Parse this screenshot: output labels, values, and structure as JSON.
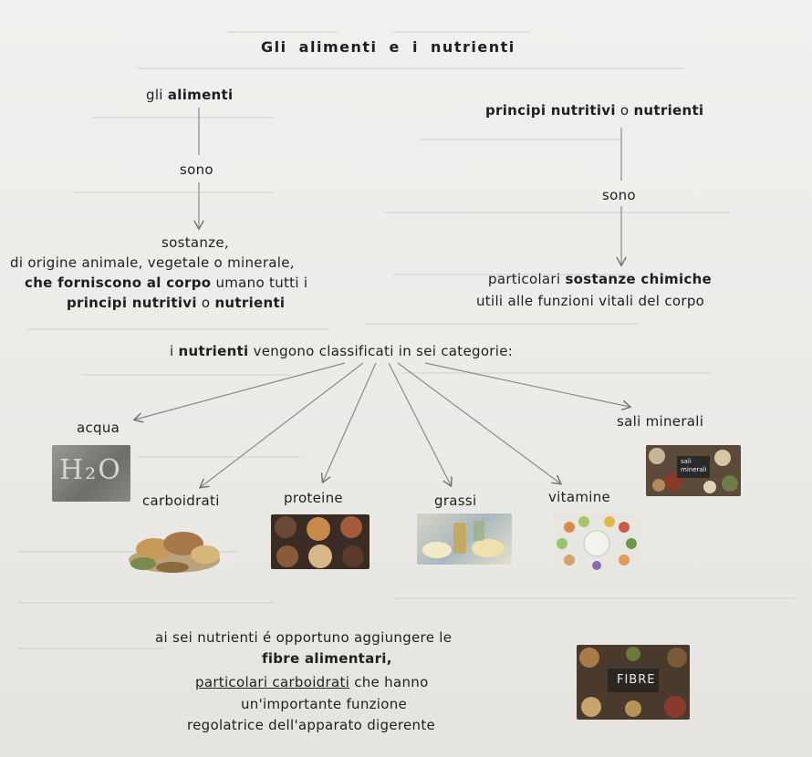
{
  "title": "Gli alimenti e i nutrienti",
  "left": {
    "top_plain": "gli",
    "top_bold": "alimenti",
    "verb": "sono",
    "line1": "sostanze,",
    "line2": "di origine animale, vegetale o minerale,",
    "line3_bold": "che forniscono al corpo",
    "line3_plain": "umano tutti i",
    "line4_bold": "principi nutritivi",
    "line4_mid": "o",
    "line4_end": "nutrienti"
  },
  "right": {
    "top_bold": "principi nutritivi",
    "top_mid": "o",
    "top_end": "nutrienti",
    "verb": "sono",
    "line1_plain": "particolari",
    "line1_bold": "sostanze chimiche",
    "line2": "utili alle funzioni vitali del corpo"
  },
  "classification": {
    "pre": "i",
    "bold": "nutrienti",
    "post": "vengono classificati in sei categorie:"
  },
  "categories": {
    "acqua": "acqua",
    "sali": "sali minerali",
    "carboidrati": "carboidrati",
    "proteine": "proteine",
    "grassi": "grassi",
    "vitamine": "vitamine"
  },
  "image_text": {
    "h2o": "H₂O",
    "sali": "sali minerali",
    "fibre": "FIBRE"
  },
  "fibre": {
    "line1": "ai sei nutrienti é opportuno aggiungere le",
    "line2": "fibre alimentari,",
    "line3_ul": "particolari carboidrati",
    "line3_end": "che hanno",
    "line4": "un'importante funzione",
    "line5": "regolatrice dell'apparato digerente"
  }
}
